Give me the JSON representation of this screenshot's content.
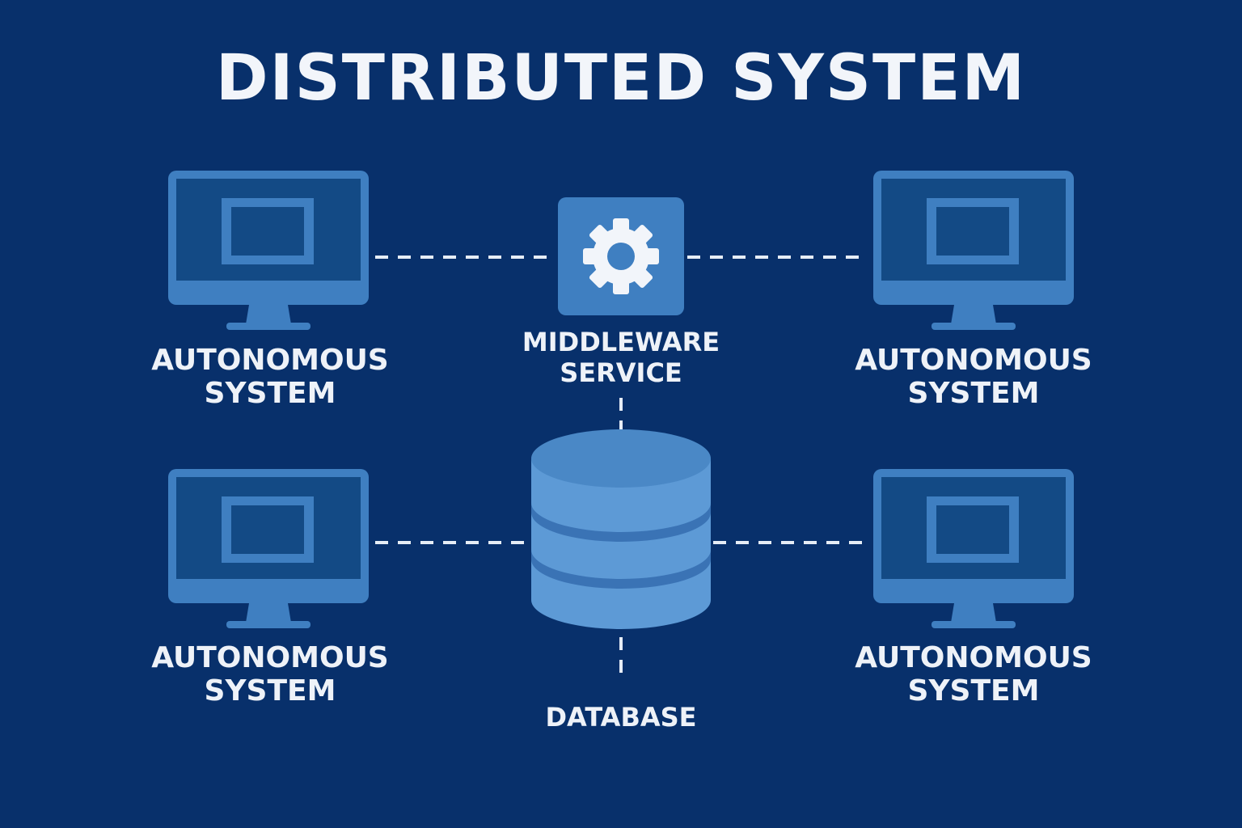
{
  "title": "DISTRIBUTED SYSTEM",
  "colors": {
    "background": "#08306b",
    "monitor_bezel": "#3f7fc1",
    "monitor_screen": "#134a85",
    "database": "#5d9ad6",
    "database_top": "#4a88c6",
    "database_band": "#3a73b5",
    "connector": "#e6edf6",
    "text": "#eef2f8"
  },
  "nodes": {
    "system_top_left": {
      "line1": "AUTONOMOUS",
      "line2": "SYSTEM",
      "icon": "monitor-icon"
    },
    "system_top_right": {
      "line1": "AUTONOMOUS",
      "line2": "SYSTEM",
      "icon": "monitor-icon"
    },
    "system_bottom_left": {
      "line1": "AUTONOMOUS",
      "line2": "SYSTEM",
      "icon": "monitor-icon"
    },
    "system_bottom_right": {
      "line1": "AUTONOMOUS",
      "line2": "SYSTEM",
      "icon": "monitor-icon"
    },
    "middleware": {
      "line1": "MIDDLEWARE",
      "line2": "SERVICE",
      "icon": "gear-icon"
    },
    "database": {
      "label": "DATABASE",
      "icon": "database-icon"
    }
  }
}
